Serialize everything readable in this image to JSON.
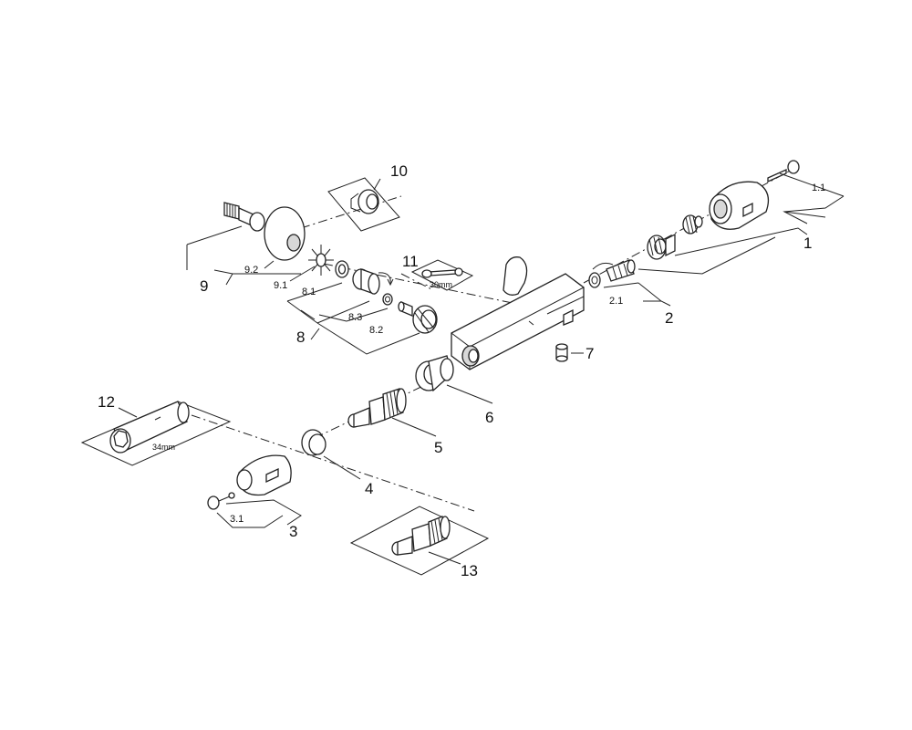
{
  "labels": {
    "p1": "1",
    "p1_1": "1.1",
    "p2": "2",
    "p2_1": "2.1",
    "p3": "3",
    "p3_1": "3.1",
    "p4": "4",
    "p5": "5",
    "p6": "6",
    "p7": "7",
    "p8": "8",
    "p8_1": "8.1",
    "p8_2": "8.2",
    "p8_3": "8.3",
    "p9": "9",
    "p9_1": "9.1",
    "p9_2": "9.2",
    "p10": "10",
    "p11": "11",
    "p12": "12",
    "p13": "13"
  },
  "tool_labels": {
    "wrench_size": "30mm",
    "socket_size": "34mm"
  }
}
